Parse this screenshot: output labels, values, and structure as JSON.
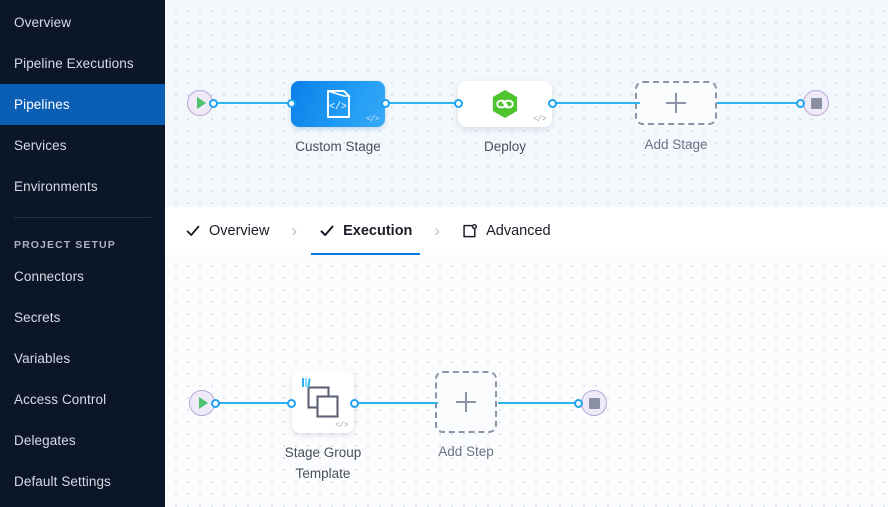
{
  "sidebar": {
    "items": [
      {
        "label": "Overview",
        "name": "sidebar-item-overview",
        "active": false
      },
      {
        "label": "Pipeline Executions",
        "name": "sidebar-item-pipeline-executions",
        "active": false
      },
      {
        "label": "Pipelines",
        "name": "sidebar-item-pipelines",
        "active": true
      },
      {
        "label": "Services",
        "name": "sidebar-item-services",
        "active": false
      },
      {
        "label": "Environments",
        "name": "sidebar-item-environments",
        "active": false
      }
    ],
    "section_title": "PROJECT SETUP",
    "setup_items": [
      {
        "label": "Connectors",
        "name": "sidebar-item-connectors"
      },
      {
        "label": "Secrets",
        "name": "sidebar-item-secrets"
      },
      {
        "label": "Variables",
        "name": "sidebar-item-variables"
      },
      {
        "label": "Access Control",
        "name": "sidebar-item-access-control"
      },
      {
        "label": "Delegates",
        "name": "sidebar-item-delegates"
      },
      {
        "label": "Default Settings",
        "name": "sidebar-item-default-settings"
      }
    ],
    "active_color": "#0a5fb5",
    "background_color": "#0b1628"
  },
  "tabs": {
    "items": [
      {
        "label": "Overview",
        "icon": "check-icon",
        "active": false
      },
      {
        "label": "Execution",
        "icon": "check-icon",
        "active": true
      },
      {
        "label": "Advanced",
        "icon": "advanced-settings-icon",
        "active": false
      }
    ],
    "separator": "›",
    "active_underline_color": "#0a7ae0"
  },
  "pipeline_graph": {
    "start_icon": "play-icon",
    "end_icon": "stop-icon",
    "stages": [
      {
        "label": "Custom Stage",
        "icon": "custom-stage-code-icon",
        "badge": "</>",
        "style": "blue"
      },
      {
        "label": "Deploy",
        "icon": "deploy-hexagon-icon",
        "badge": "</>",
        "style": "white"
      }
    ],
    "add_stage_label": "Add Stage",
    "link_color": "#2cb3f0"
  },
  "execution_graph": {
    "start_icon": "play-icon",
    "end_icon": "stop-icon",
    "step": {
      "label_line1": "Stage Group",
      "label_line2": "Template",
      "icon": "stage-group-layers-icon",
      "template_badge": "template-library-icon",
      "badge": "</>"
    },
    "add_step_label": "Add Step"
  }
}
